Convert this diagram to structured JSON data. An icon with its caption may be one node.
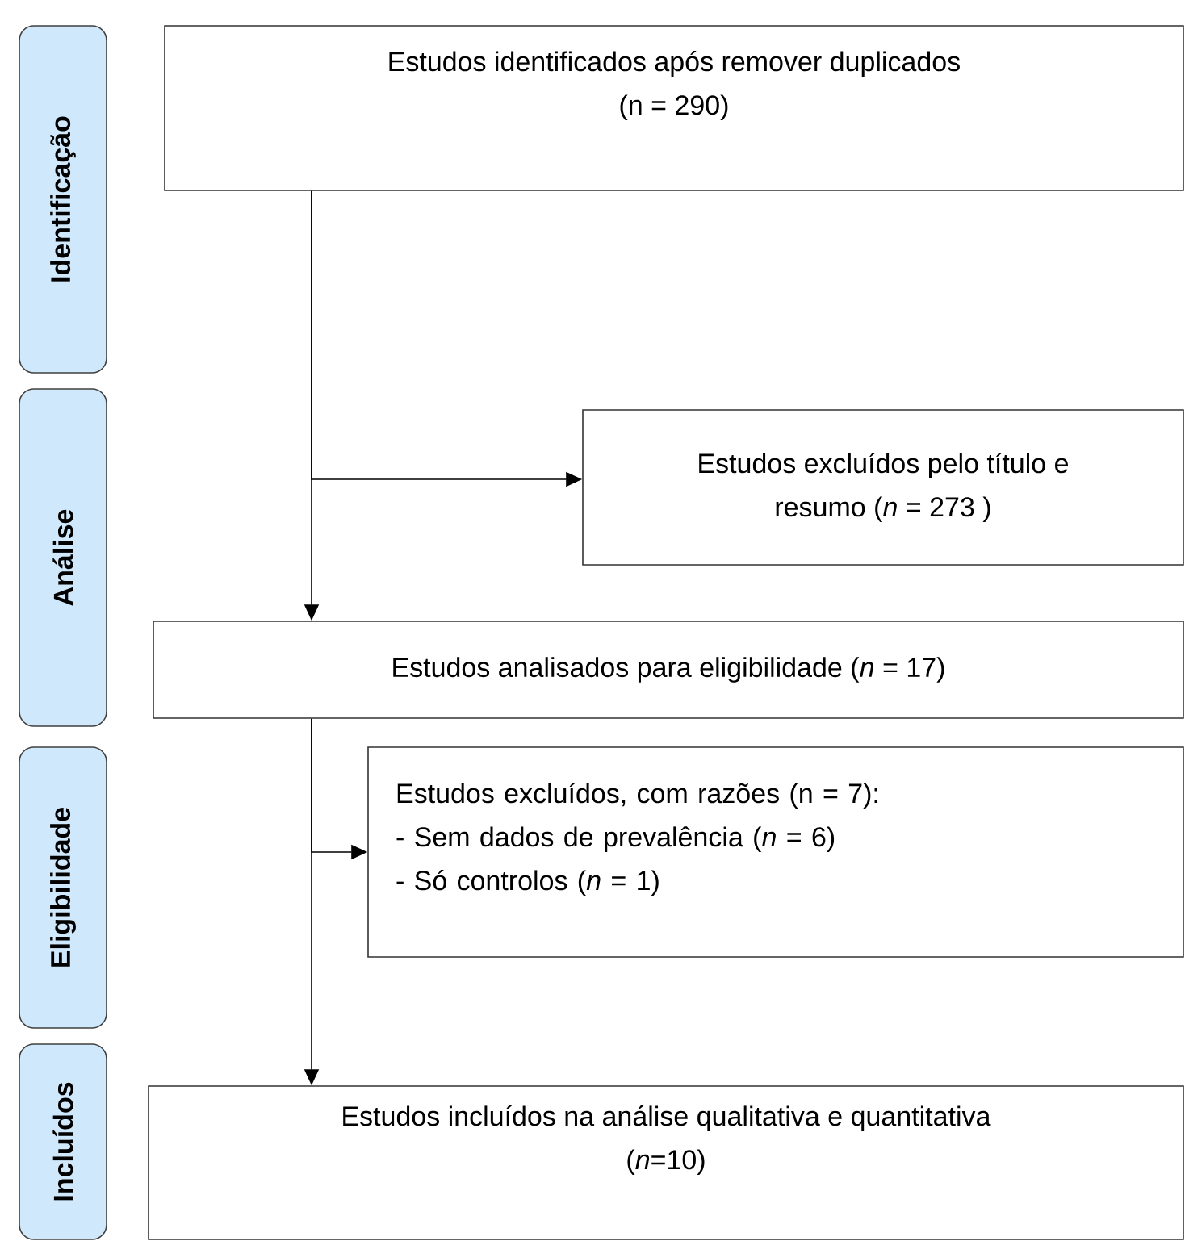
{
  "diagram": {
    "nodes": [
      {
        "text": [
          "Identificação"
        ]
      },
      {
        "text": [
          "Análise"
        ]
      },
      {
        "text": [
          "Eligibilidade"
        ]
      },
      {
        "text": [
          "Incluídos"
        ]
      },
      {
        "text": [
          "Estudos identificados após remover duplicados (n = 290)"
        ]
      },
      {
        "text": [
          "Estudos excluídos pelo título e resumo (*n* = 273 )"
        ]
      },
      {
        "text": [
          "Estudos analisados para eligibilidade (*n* = 17)"
        ]
      },
      {
        "text": [
          "Estudos excluídos, com razões (n = 7):",
          "- Sem dados de prevalência (*n* = 6)",
          "- Só controlos (*n* = 1)"
        ]
      },
      {
        "text": [
          "Estudos incluídos na análise qualitativa e quantitativa (*n*=10)"
        ]
      }
    ],
    "edges": [
      {
        "from": 4,
        "to": 6,
        "arrow": "to"
      },
      {
        "from": 4,
        "to": 5,
        "arrow": "to"
      },
      {
        "from": 6,
        "to": 8,
        "arrow": "to"
      },
      {
        "from": 6,
        "to": 7,
        "arrow": "to"
      }
    ]
  }
}
